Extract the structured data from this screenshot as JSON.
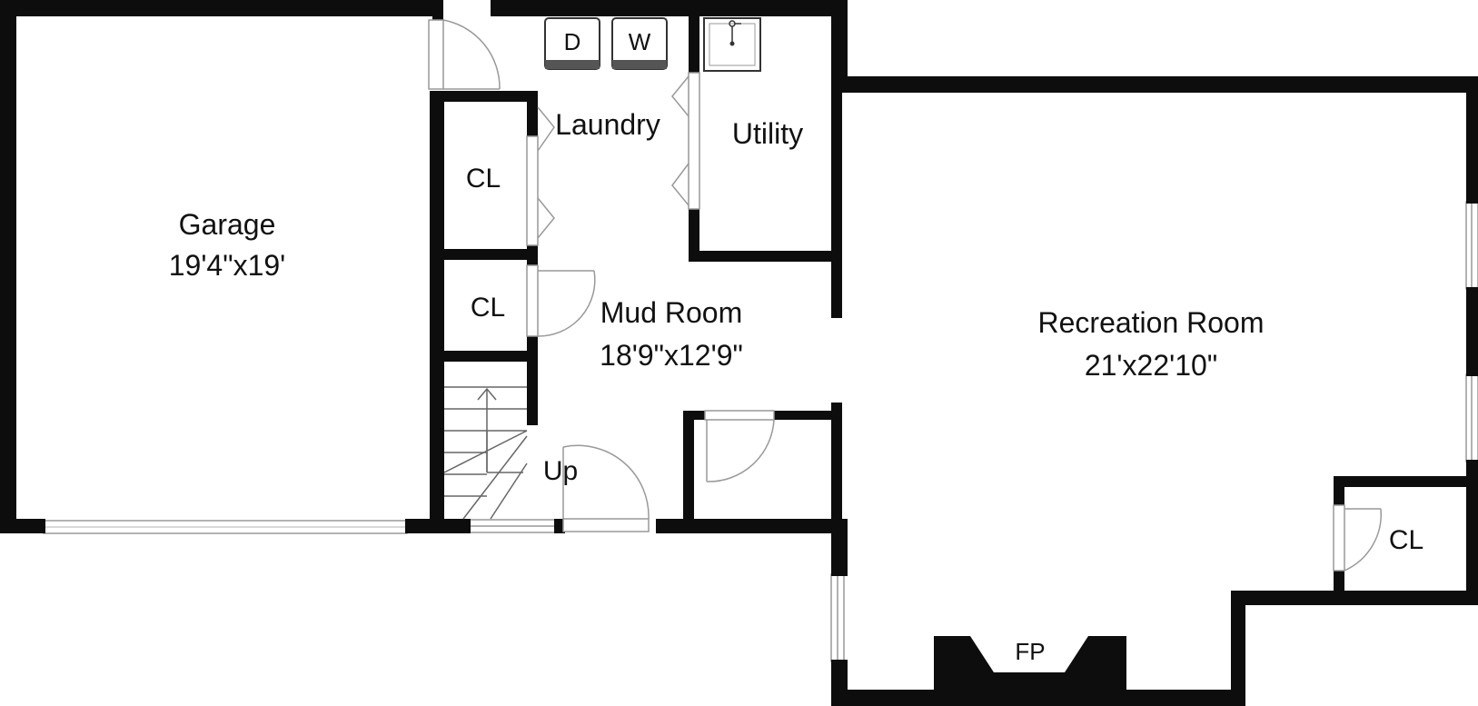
{
  "colors": {
    "wall": "#0d0d0d",
    "background": "#ffffff",
    "line": "#999999"
  },
  "rooms": {
    "garage": {
      "name": "Garage",
      "dims": "19'4\"x19'"
    },
    "mud_room": {
      "name": "Mud Room",
      "dims": "18'9\"x12'9\""
    },
    "laundry": {
      "name": "Laundry"
    },
    "utility": {
      "name": "Utility"
    },
    "recreation": {
      "name": "Recreation Room",
      "dims": "21'x22'10\""
    },
    "closet_top": {
      "name": "CL"
    },
    "closet_mid": {
      "name": "CL"
    },
    "closet_rec": {
      "name": "CL"
    }
  },
  "fixtures": {
    "dryer": "D",
    "washer": "W",
    "stairs": "Up",
    "fireplace": "FP"
  }
}
